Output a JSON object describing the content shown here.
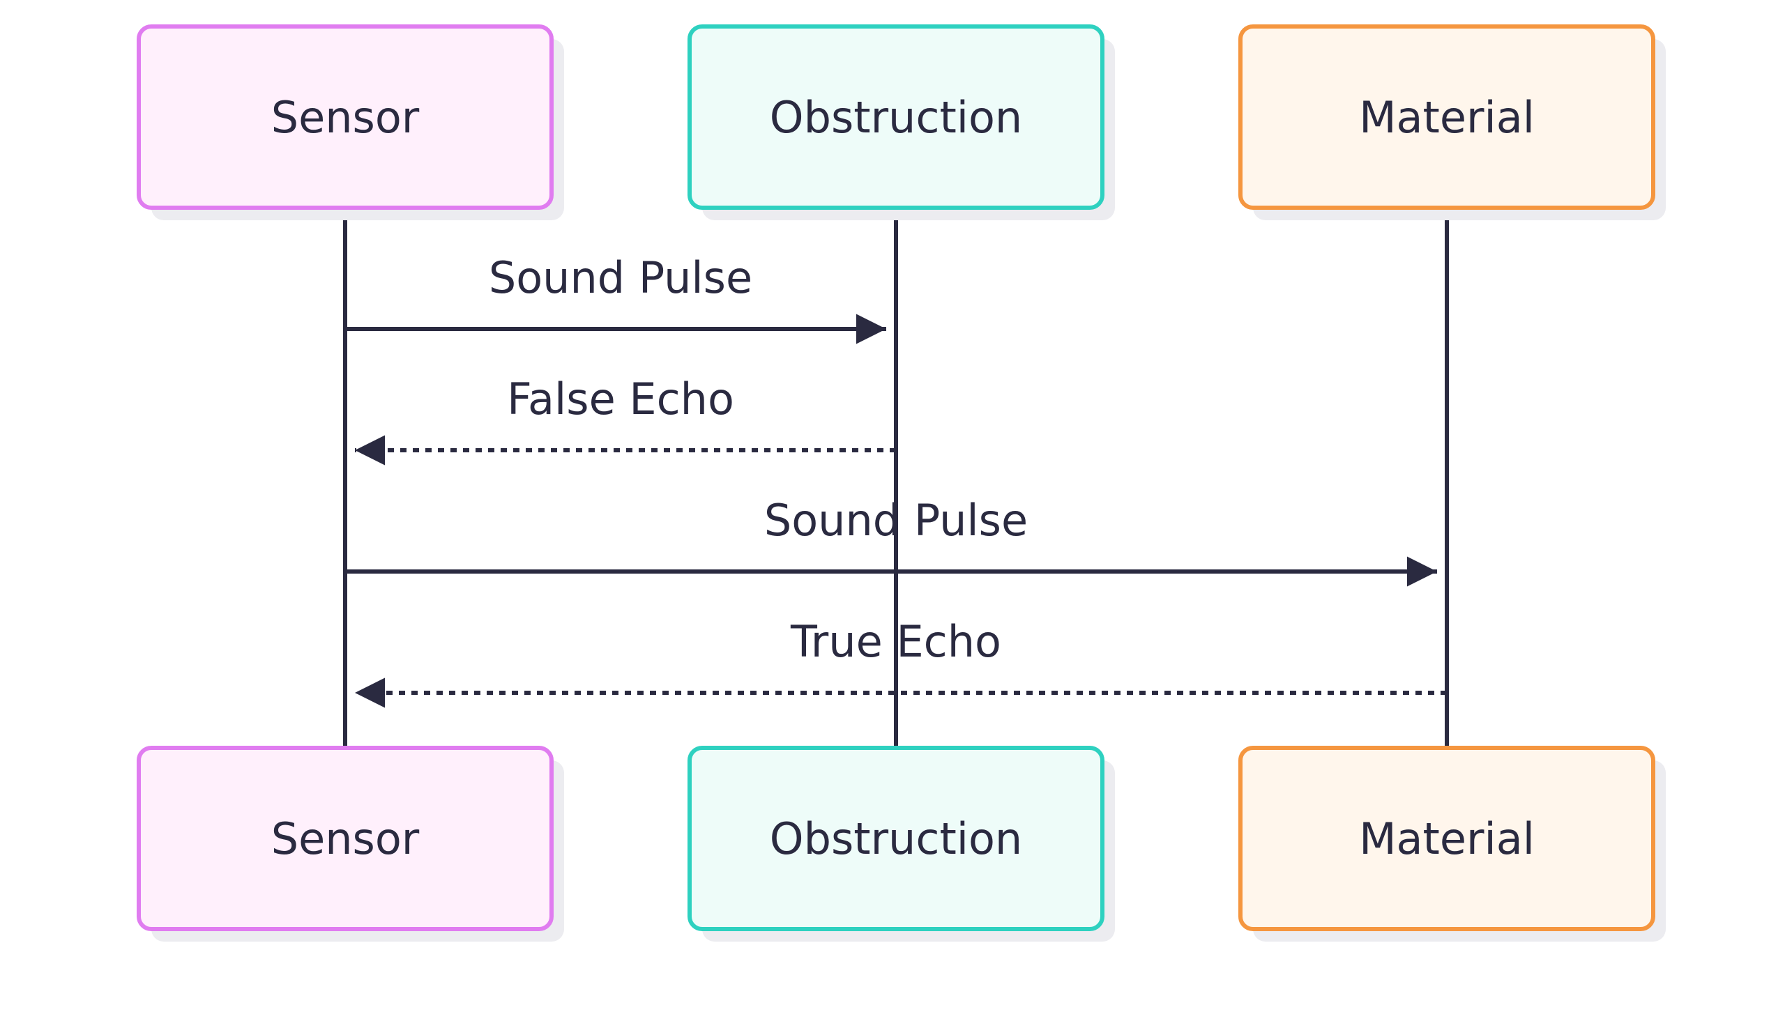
{
  "diagram": {
    "type": "sequence",
    "text_color": "#2a2a40",
    "line_color": "#2a2a40",
    "shadow_color": "#ececf0",
    "participants": [
      {
        "id": "sensor",
        "label": "Sensor",
        "stroke": "#e07cf0",
        "fill": "#fff0fc"
      },
      {
        "id": "obstruction",
        "label": "Obstruction",
        "stroke": "#2ed1c0",
        "fill": "#eefcf9"
      },
      {
        "id": "material",
        "label": "Material",
        "stroke": "#f5963f",
        "fill": "#fff6ec"
      }
    ],
    "messages": [
      {
        "from": "sensor",
        "to": "obstruction",
        "label": "Sound Pulse",
        "style": "solid"
      },
      {
        "from": "obstruction",
        "to": "sensor",
        "label": "False Echo",
        "style": "dotted"
      },
      {
        "from": "sensor",
        "to": "material",
        "label": "Sound Pulse",
        "style": "solid"
      },
      {
        "from": "material",
        "to": "sensor",
        "label": "True Echo",
        "style": "dotted"
      }
    ]
  }
}
